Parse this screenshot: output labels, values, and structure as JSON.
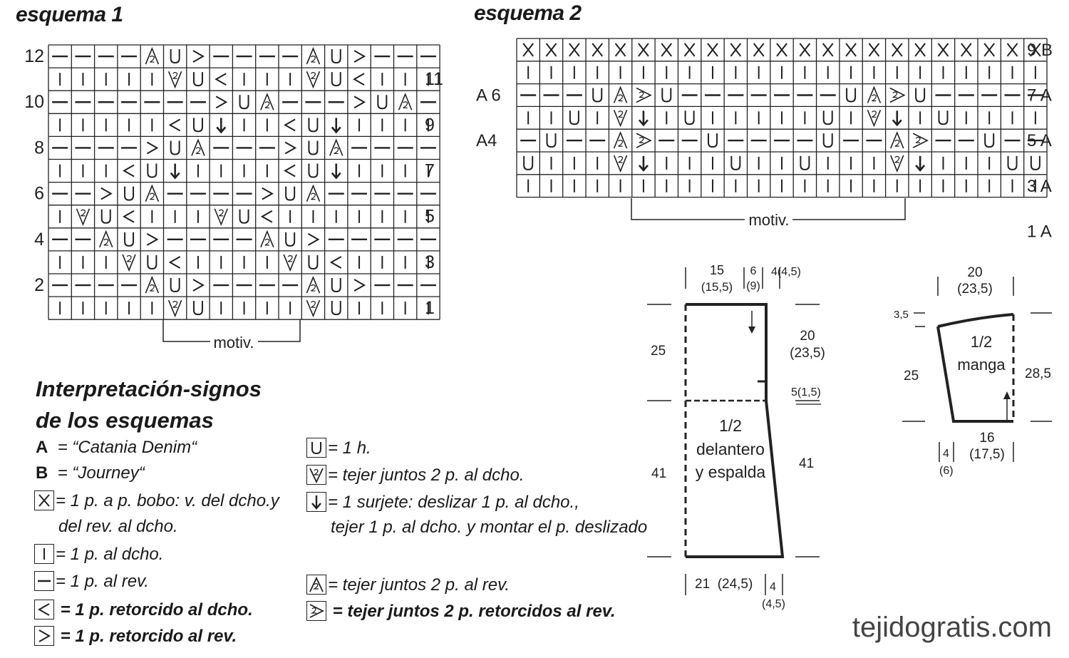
{
  "esquema1": {
    "title": "esquema 1",
    "motiv_label": "motiv.",
    "left_row_numbers": [
      "12",
      "10",
      "8",
      "6",
      "4",
      "2"
    ],
    "right_row_numbers": [
      "11",
      "9",
      "7",
      "5",
      "3",
      "1"
    ],
    "rows": [
      "----/U>----/U>---",
      "|||||VU<|||VU<||",
      "------->U/--->U/-",
      "|||||<UD||<UD||",
      "---->U/--->U/---",
      "|||<UD||||<UD||||",
      "-->U/---->U/-----",
      "|VU<|||VU<|||||||",
      "--/U>----/U>-----",
      "|||VU<||||VU<||||",
      "----/U>----/U>---",
      "|||||VU||||VU||||"
    ]
  },
  "esquema2": {
    "title": "esquema 2",
    "motiv_label": "motiv.",
    "right_labels": [
      "9 B",
      "7 A",
      "5 A",
      "3 A",
      "1 A"
    ],
    "left_labels": [
      "A 6",
      "A4"
    ],
    "rows": [
      "XXXXXXXXXXXXXXXXXXXXXXX",
      "|||||||||||||||||||||||",
      "---U/RU-------U/RU---",
      "||U|VD|U|||||U|VD|U||",
      "-U--/R--U----U--/R--U-",
      "U|||VD|||U||U|||VD|||U",
      "|||||||||||||||||||||||"
    ]
  },
  "legend": {
    "heading_line1": "Interpretación-signos",
    "heading_line2": "de los esquemas",
    "a_key": "A",
    "a_text": "= “Catania Denim“",
    "b_key": "B",
    "b_text": "= “Journey“",
    "x_text_1": "= 1 p. a p. bobo: v. del dcho.y",
    "x_text_2": "del rev. al dcho.",
    "knit_text": "= 1 p. al dcho.",
    "purl_text": "= 1 p. al rev.",
    "twist_k_text": "= 1 p. retorcido al dcho.",
    "twist_p_text": "= 1 p. retorcido al rev.",
    "yo_text": "= 1 h.",
    "k2tog_text": "= tejer juntos 2 p. al dcho.",
    "skpo_text_1": "= 1 surjete: deslizar 1 p. al dcho.,",
    "skpo_text_2": "tejer 1 p. al dcho. y montar el p. deslizado",
    "p2tog_text": "= tejer juntos 2 p. al rev.",
    "p2togtbl_text": "= tejer juntos 2 p. retorcidos al rev."
  },
  "schematic_body": {
    "top_width": "15",
    "top_width_alt": "(15,5)",
    "neck_a": "6",
    "neck_a_alt": "(9)",
    "neck_b": "4(4,5)",
    "upper_height": "25",
    "armhole": "20",
    "armhole_alt": "(23,5)",
    "shoulder_drop": "5(1,5)",
    "lower_height_left": "41",
    "lower_height_right": "41",
    "label_1": "1/2",
    "label_2": "delantero",
    "label_3": "y espalda",
    "bottom_width": "21  (24,5)",
    "bottom_extra": "4",
    "bottom_extra_alt": "(4,5)"
  },
  "schematic_sleeve": {
    "top_width": "20",
    "top_width_alt": "(23,5)",
    "cap": "3,5",
    "left_height": "25",
    "right_height": "28,5",
    "label_1": "1/2",
    "label_2": "manga",
    "bottom_width": "16",
    "bottom_width_alt": "(17,5)",
    "bottom_extra": "4",
    "bottom_extra_alt": "(6)"
  },
  "watermark": "tejidogratis.com"
}
